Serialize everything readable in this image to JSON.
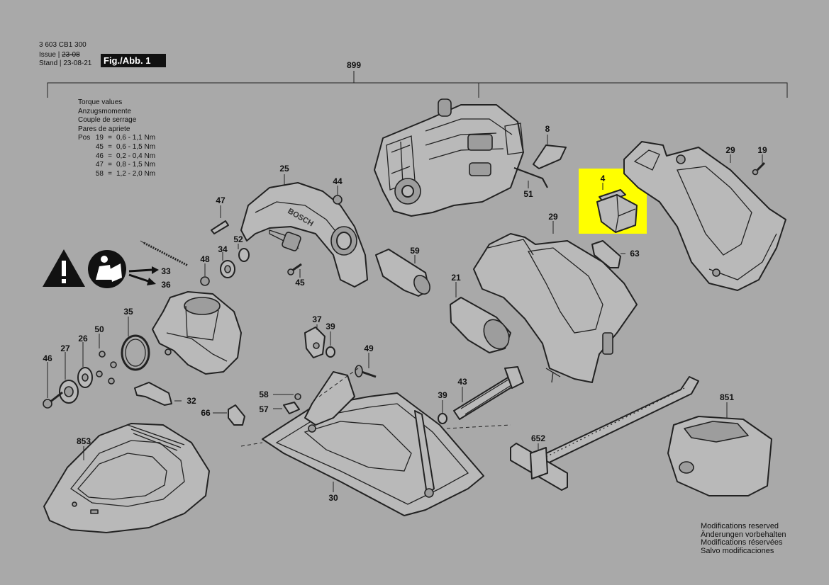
{
  "header": {
    "doc_number": "3 603 CB1 300",
    "issue_label": "Issue",
    "issue_date": "23-08",
    "stand_label": "Stand",
    "stand_date": "23-08-21",
    "fig_label": "Fig./Abb. 1"
  },
  "assembly_label": "899",
  "torque": {
    "titles": [
      "Torque values",
      "Anzugsmomente",
      "Couple de serrage",
      "Pares de apriete"
    ],
    "pos_label": "Pos",
    "rows": [
      {
        "pos": "19",
        "eq": "=",
        "value": "0,6 - 1,1 Nm"
      },
      {
        "pos": "45",
        "eq": "=",
        "value": "0,6 - 1,5 Nm"
      },
      {
        "pos": "46",
        "eq": "=",
        "value": "0,2 - 0,4 Nm"
      },
      {
        "pos": "47",
        "eq": "=",
        "value": "0,8 - 1,5 Nm"
      },
      {
        "pos": "58",
        "eq": "=",
        "value": "1,2 - 2,0 Nm"
      }
    ]
  },
  "modifications": [
    "Modifications reserved",
    "Änderungen vorbehalten",
    "Modifications réservées",
    "Salvo modificaciones"
  ],
  "parts": {
    "p4": "4",
    "p8": "8",
    "p19": "19",
    "p21": "21",
    "p25": "25",
    "p26": "26",
    "p27": "27",
    "p29a": "29",
    "p29b": "29",
    "p30": "30",
    "p32": "32",
    "p33": "33",
    "p34": "34",
    "p35": "35",
    "p36": "36",
    "p37": "37",
    "p39a": "39",
    "p39b": "39",
    "p43": "43",
    "p44": "44",
    "p45": "45",
    "p46": "46",
    "p47": "47",
    "p48": "48",
    "p49": "49",
    "p50": "50",
    "p51": "51",
    "p52": "52",
    "p57": "57",
    "p58": "58",
    "p59": "59",
    "p63": "63",
    "p66": "66",
    "p652": "652",
    "p851": "851",
    "p853": "853"
  },
  "colors": {
    "background": "#a9a9a9",
    "highlight": "#ffff00",
    "ink": "#222222"
  },
  "icons": [
    "warning-triangle-icon",
    "read-manual-icon"
  ]
}
